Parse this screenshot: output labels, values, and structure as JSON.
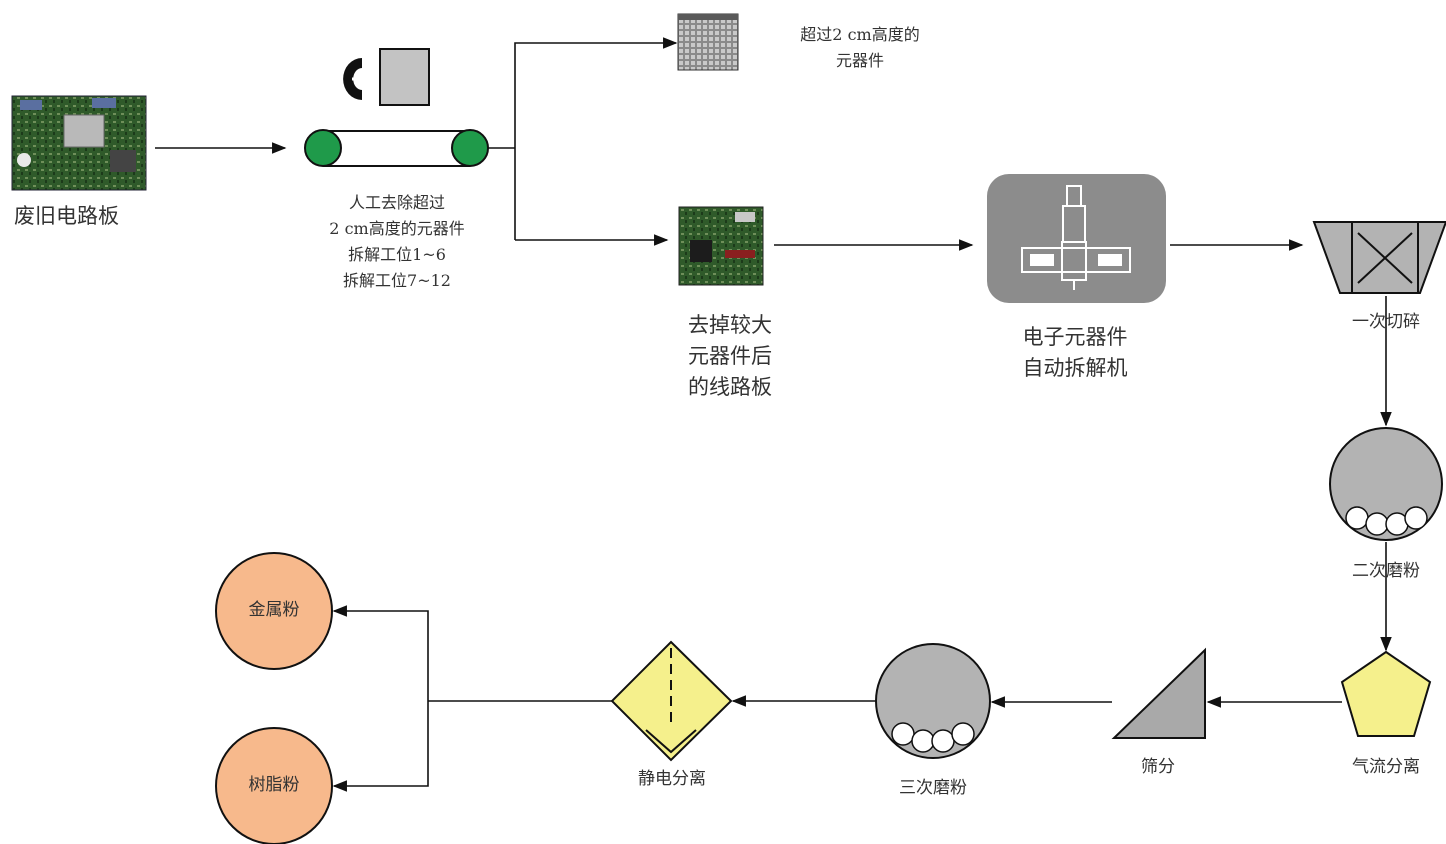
{
  "nodes": {
    "waste_pcb": {
      "label": "废旧电路板"
    },
    "manual_removal": {
      "lines": [
        "人工去除超过",
        "2 cm高度的元器件",
        "拆解工位1~6",
        "拆解工位7~12"
      ]
    },
    "tall_components": {
      "lines": [
        "超过2 cm高度的",
        "元器件"
      ]
    },
    "board_after_removal": {
      "lines": [
        "去掉较大",
        "元器件后",
        "的线路板"
      ]
    },
    "auto_dismantler": {
      "lines": [
        "电子元器件",
        "自动拆解机"
      ]
    },
    "primary_shredding": {
      "label": "一次切碎"
    },
    "secondary_grinding": {
      "label": "二次磨粉"
    },
    "air_separation": {
      "label": "气流分离"
    },
    "screening": {
      "label": "筛分"
    },
    "tertiary_grinding": {
      "label": "三次磨粉"
    },
    "electrostatic_separation": {
      "label": "静电分离"
    },
    "metal_powder": {
      "label": "金属粉"
    },
    "resin_powder": {
      "label": "树脂粉"
    }
  },
  "colors": {
    "conveyor_roller": "#1f9a4a",
    "machine_box": "#8c8c8c",
    "grey_equipment": "#b3b3b3",
    "yellow_equipment": "#f5f08c",
    "product_circle": "#f7b98c",
    "arrow": "#111111"
  },
  "icons": {
    "pcb_photo": "circuit-board-photo",
    "conveyor": "conveyor-belt-icon",
    "machine": "dismantling-machine-icon"
  }
}
